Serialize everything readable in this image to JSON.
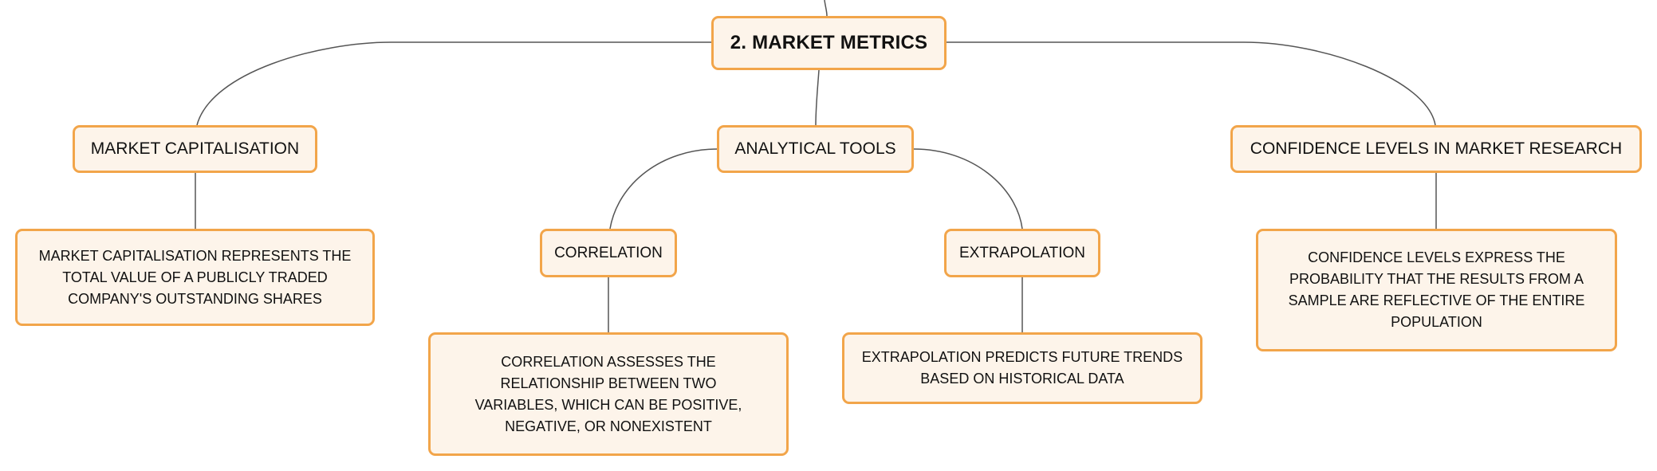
{
  "colors": {
    "node_fill": "#fdf4ea",
    "node_border": "#f2a54a",
    "connector": "#555555",
    "text": "#111111"
  },
  "root": {
    "label": "2. MARKET METRICS"
  },
  "branches": {
    "market_cap": {
      "label": "MARKET CAPITALISATION",
      "description": "MARKET CAPITALISATION REPRESENTS THE TOTAL VALUE OF A PUBLICLY TRADED COMPANY'S OUTSTANDING SHARES"
    },
    "analytical_tools": {
      "label": "ANALYTICAL TOOLS",
      "correlation": {
        "label": "CORRELATION",
        "description": "CORRELATION ASSESSES THE RELATIONSHIP BETWEEN TWO VARIABLES, WHICH CAN BE POSITIVE, NEGATIVE, OR NONEXISTENT"
      },
      "extrapolation": {
        "label": "EXTRAPOLATION",
        "description": "EXTRAPOLATION PREDICTS FUTURE TRENDS BASED ON HISTORICAL DATA"
      }
    },
    "confidence_levels": {
      "label": "CONFIDENCE LEVELS IN MARKET RESEARCH",
      "description": "CONFIDENCE LEVELS EXPRESS THE PROBABILITY THAT THE RESULTS FROM A SAMPLE ARE REFLECTIVE OF THE ENTIRE POPULATION"
    }
  }
}
